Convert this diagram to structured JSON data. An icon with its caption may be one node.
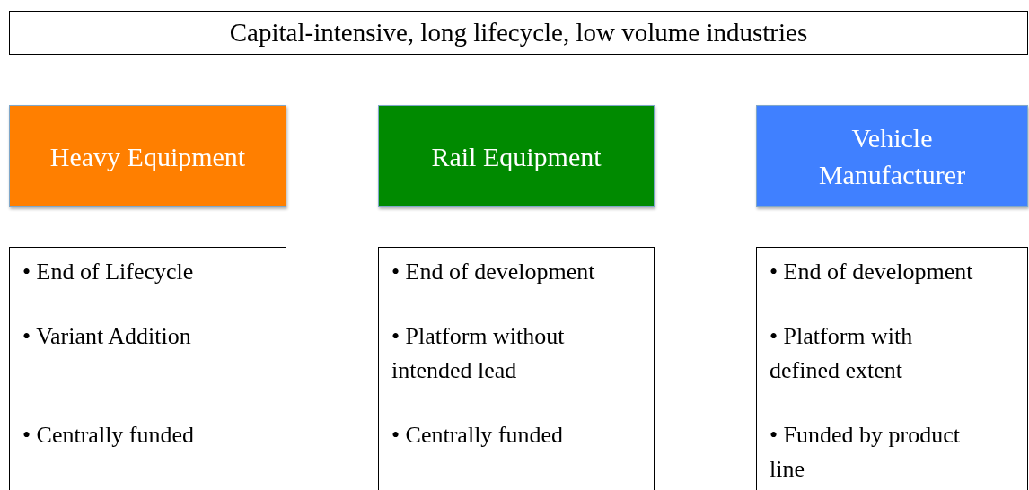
{
  "diagram": {
    "nodes": [
      {
        "text": [
          "Capital-intensive, long lifecycle, low volume industries"
        ]
      },
      {
        "text": [
          "Heavy Equipment"
        ]
      },
      {
        "text": [
          "Rail Equipment"
        ]
      },
      {
        "text": [
          "Vehicle Manufacturer"
        ]
      },
      {
        "text": [
          "• End of Lifecycle",
          "• Variant Addition",
          "• Centrally funded"
        ]
      },
      {
        "text": [
          "• End of development",
          "• Platform without intended lead",
          "• Centrally funded"
        ]
      },
      {
        "text": [
          "• End of development",
          "• Platform with defined extent",
          "• Funded by product line"
        ]
      }
    ]
  }
}
